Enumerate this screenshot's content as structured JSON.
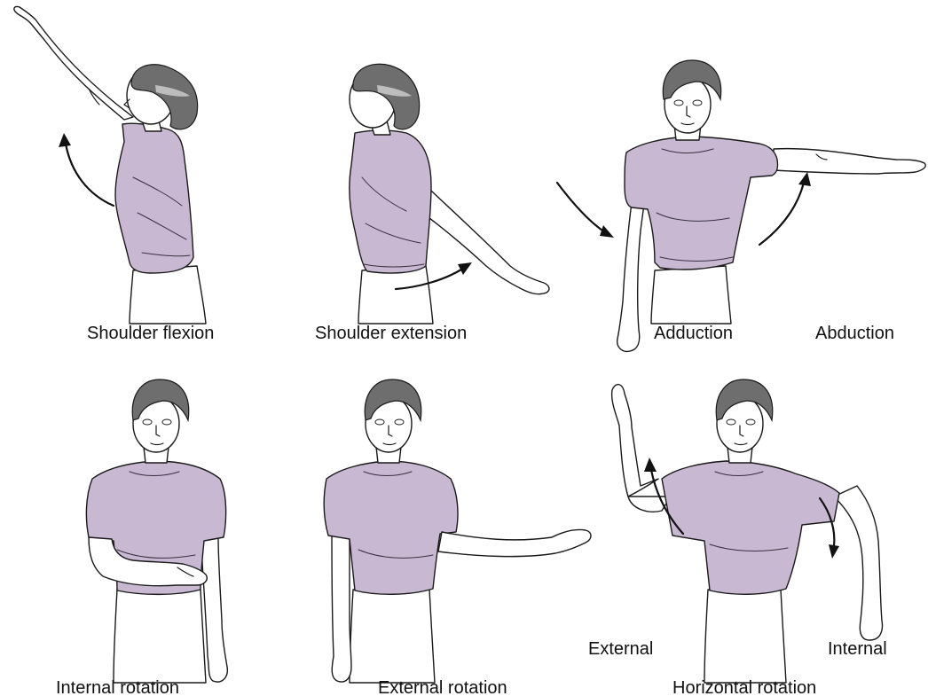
{
  "labels": {
    "shoulder_flexion": "Shoulder flexion",
    "shoulder_extension": "Shoulder extension",
    "adduction": "Adduction",
    "abduction": "Abduction",
    "internal_rotation": "Internal rotation",
    "external_rotation": "External rotation",
    "horizontal_rotation": "Horizontal rotation",
    "external": "External",
    "internal": "Internal"
  },
  "colors": {
    "shirt": "#c8b8d2",
    "hair": "#6e6e6e",
    "outline": "#1a1a1a"
  }
}
